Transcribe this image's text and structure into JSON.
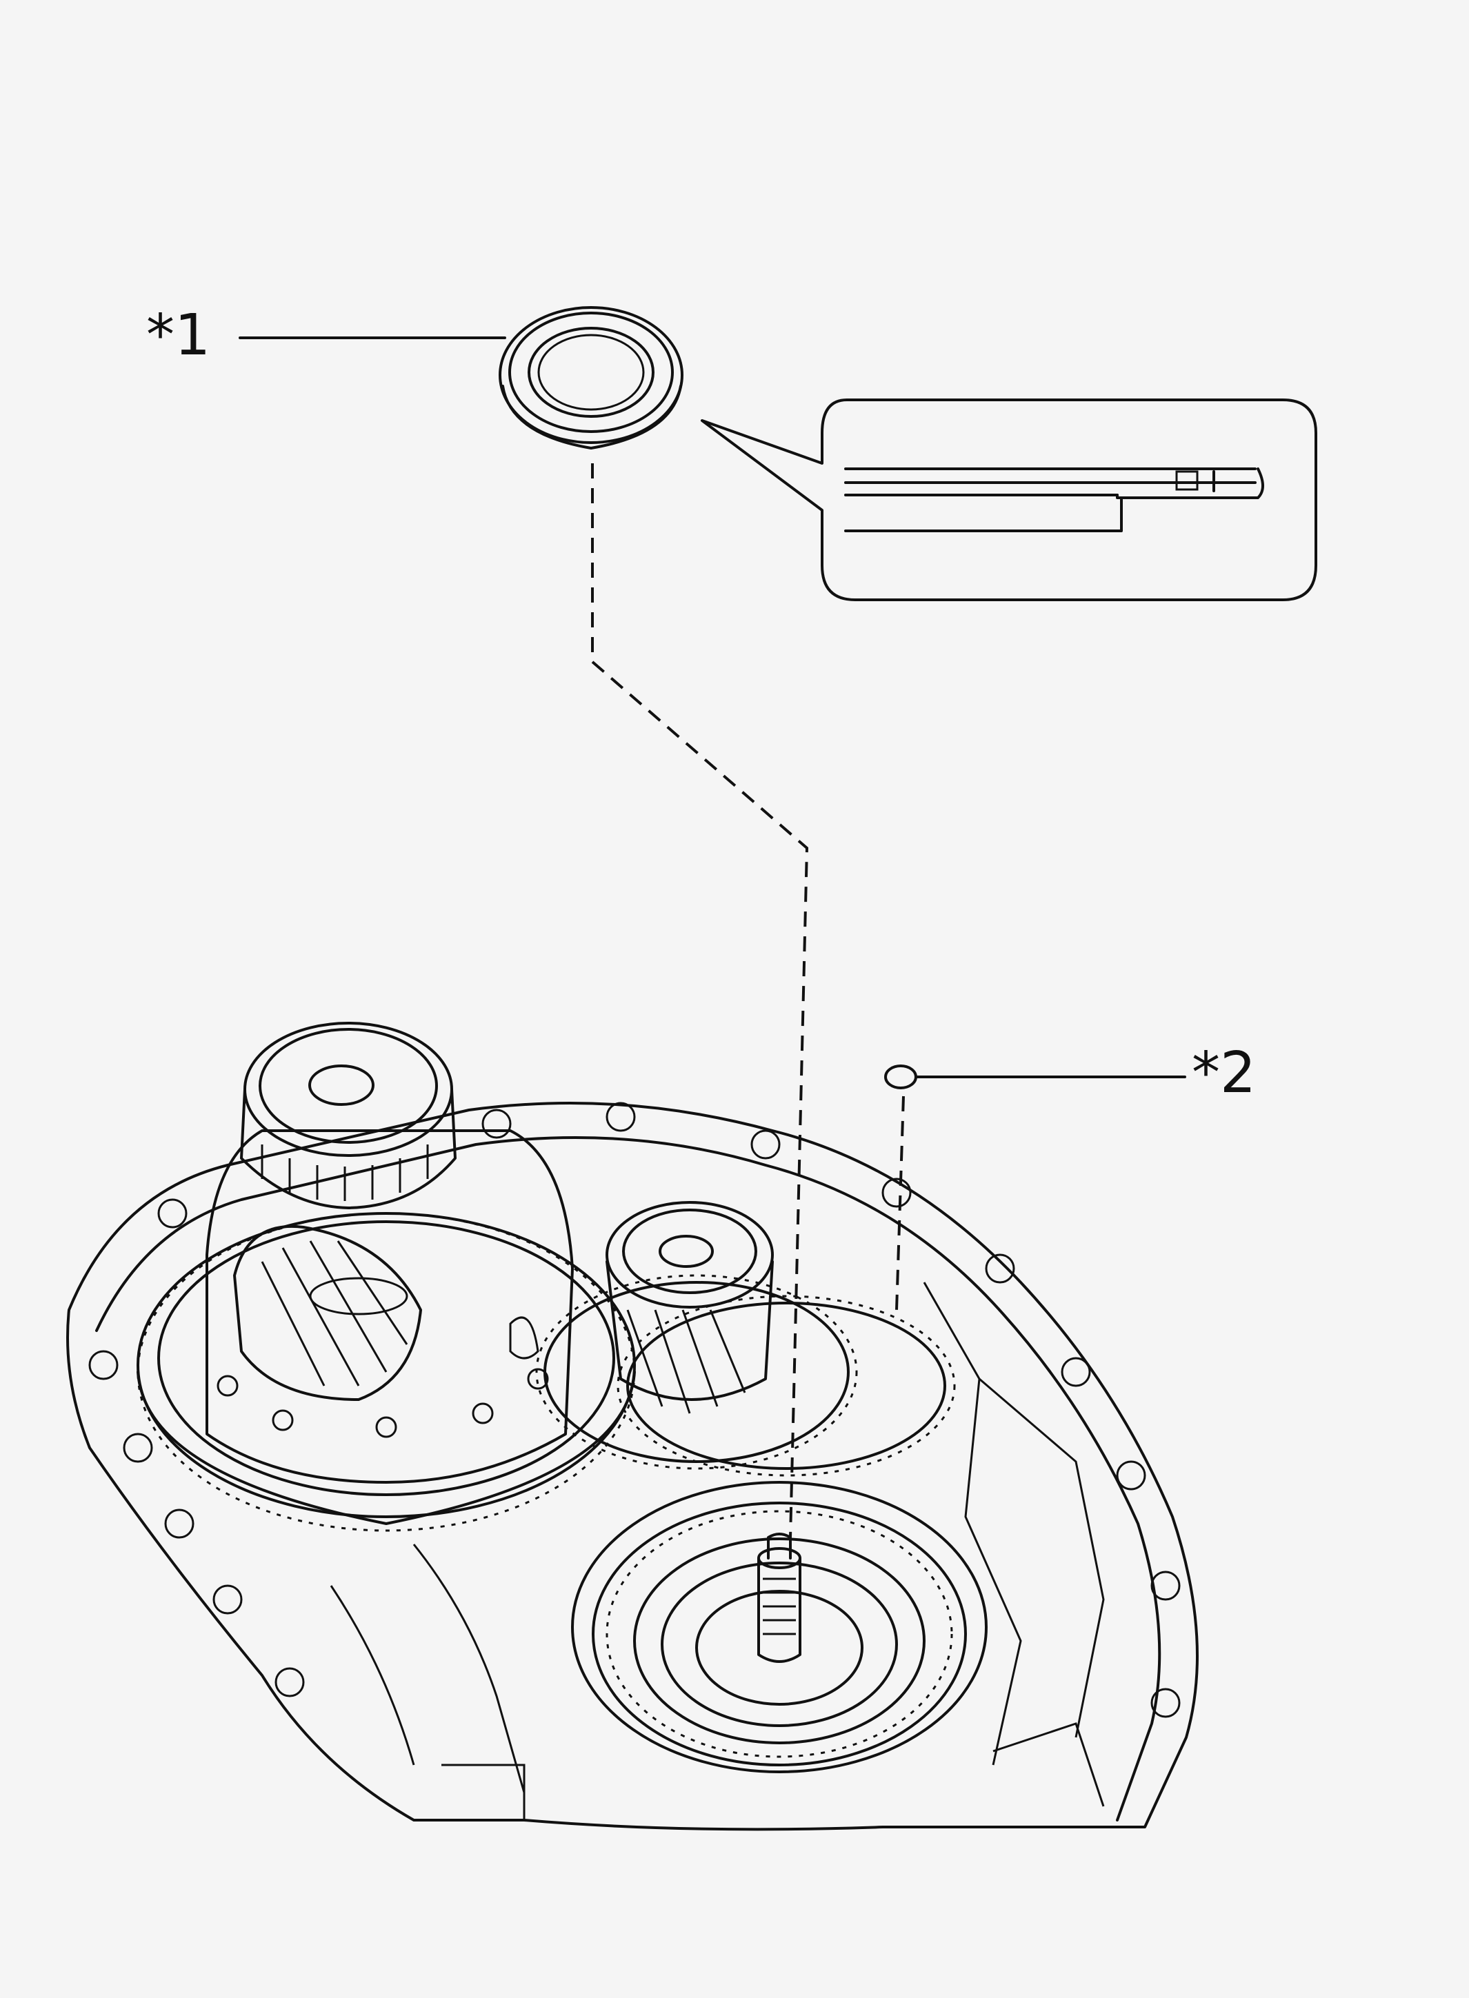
{
  "callouts": [
    {
      "id": "1",
      "label": "*1"
    },
    {
      "id": "2",
      "label": "*2"
    }
  ],
  "colors": {
    "background": "#f5f5f5",
    "line": "#111111"
  },
  "icons": [
    "bearing-outer-race-icon",
    "o-ring-icon",
    "seal-section-detail-icon",
    "transaxle-case-icon",
    "differential-gear-icon"
  ]
}
